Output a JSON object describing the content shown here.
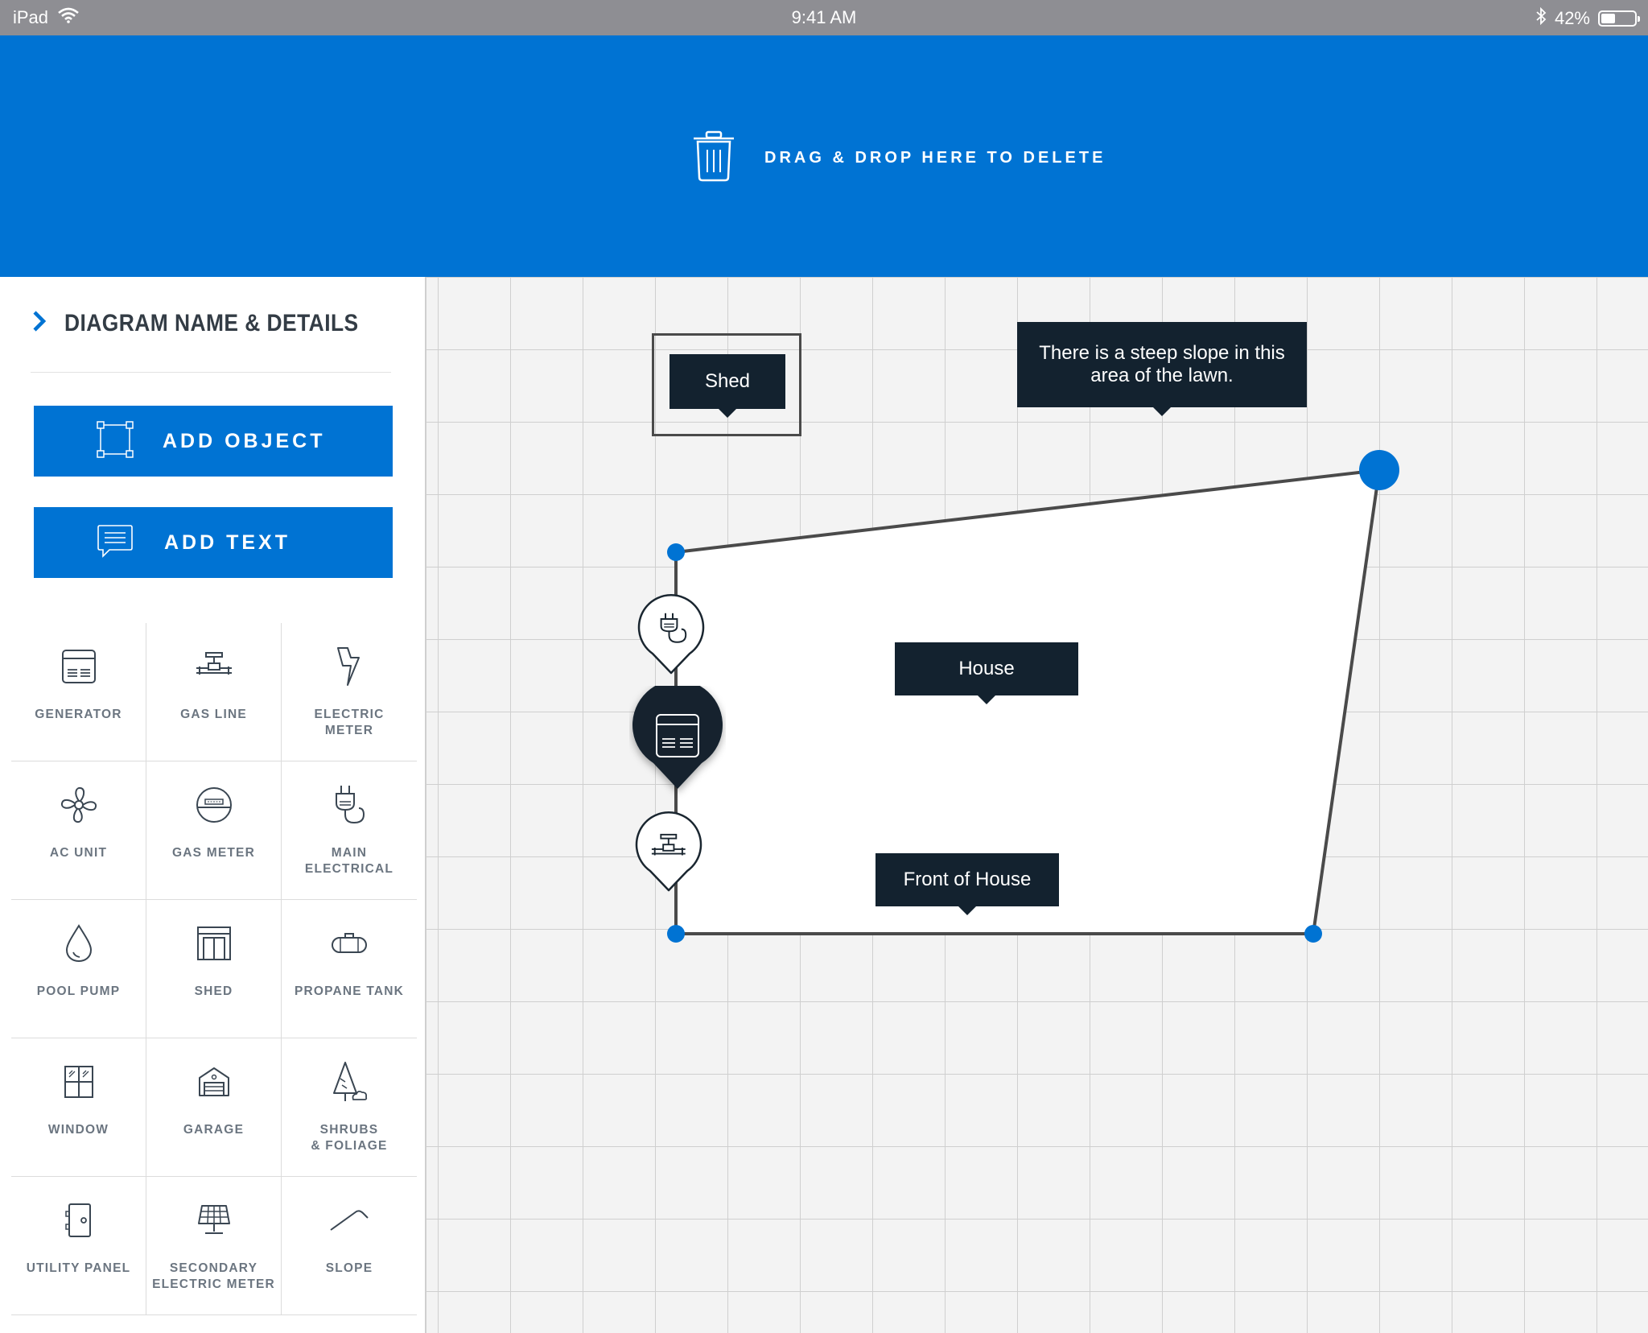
{
  "status_bar": {
    "device": "iPad",
    "time": "9:41 AM",
    "battery": "42%",
    "battery_level": 0.42
  },
  "delete_zone": {
    "label": "DRAG & DROP HERE TO DELETE",
    "icon": "trash-icon"
  },
  "sidebar": {
    "header": "DIAGRAM NAME & DETAILS",
    "add_object_label": "ADD OBJECT",
    "add_text_label": "ADD TEXT",
    "objects": [
      {
        "label": "GENERATOR",
        "icon": "generator-icon"
      },
      {
        "label": "GAS LINE",
        "icon": "gas-line-icon"
      },
      {
        "label": "ELECTRIC\nMETER",
        "icon": "electric-meter-icon"
      },
      {
        "label": "AC UNIT",
        "icon": "ac-unit-icon"
      },
      {
        "label": "GAS METER",
        "icon": "gas-meter-icon"
      },
      {
        "label": "MAIN\nELECTRICAL",
        "icon": "main-electrical-icon"
      },
      {
        "label": "POOL PUMP",
        "icon": "pool-pump-icon"
      },
      {
        "label": "SHED",
        "icon": "shed-icon"
      },
      {
        "label": "PROPANE TANK",
        "icon": "propane-tank-icon"
      },
      {
        "label": "WINDOW",
        "icon": "window-icon"
      },
      {
        "label": "GARAGE",
        "icon": "garage-icon"
      },
      {
        "label": "SHRUBS\n& FOLIAGE",
        "icon": "shrubs-foliage-icon"
      },
      {
        "label": "UTILITY PANEL",
        "icon": "utility-panel-icon"
      },
      {
        "label": "SECONDARY\nELECTRIC METER",
        "icon": "secondary-electric-meter-icon"
      },
      {
        "label": "SLOPE",
        "icon": "slope-icon"
      }
    ]
  },
  "canvas": {
    "tags": {
      "shed": "Shed",
      "note": "There is a steep slope in this area of the lawn.",
      "house": "House",
      "front": "Front of House"
    },
    "pins": [
      {
        "icon": "main-electrical-icon",
        "selected": false
      },
      {
        "icon": "generator-icon",
        "selected": true
      },
      {
        "icon": "gas-line-icon",
        "selected": false
      }
    ]
  },
  "colors": {
    "accent": "#0073d3",
    "tag_bg": "#13222f",
    "status_bar": "#8e8e93"
  }
}
